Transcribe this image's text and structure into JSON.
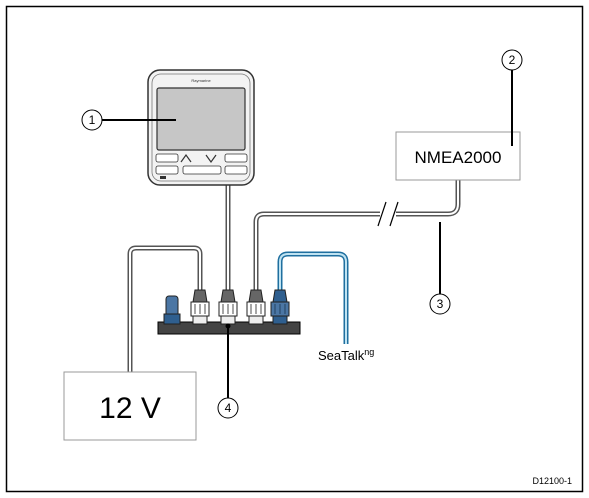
{
  "device": {
    "brand": "Raymarine"
  },
  "boxes": {
    "nmea": "NMEA2000",
    "power": "12 V"
  },
  "seatalk": {
    "label": "SeaTalk",
    "suffix": "ng"
  },
  "callouts": [
    "1",
    "2",
    "3",
    "4"
  ],
  "figure_id": "D12100-1",
  "colors": {
    "border": "#000000",
    "cable": "#666666",
    "seatalk_cable": "#2a7fb0",
    "box_stroke": "#999999",
    "connector_blue": "#2f5f8f"
  }
}
